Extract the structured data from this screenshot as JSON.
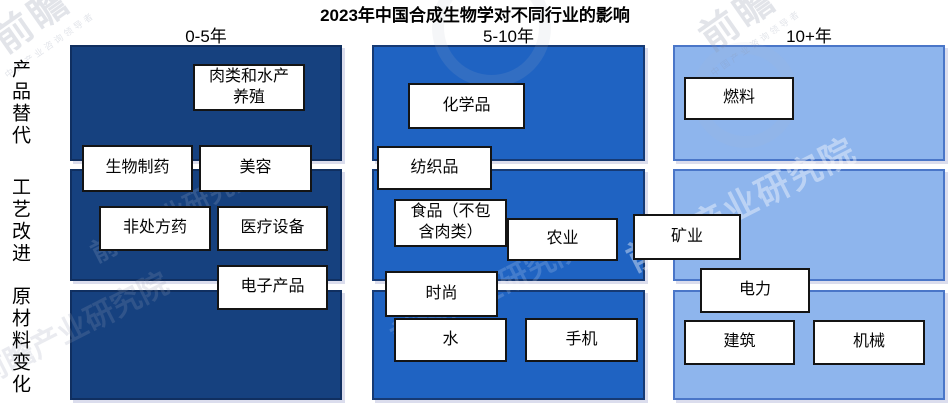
{
  "page": {
    "title": "2023年中国合成生物学对不同行业的影响"
  },
  "columns": [
    {
      "header": "0-5年"
    },
    {
      "header": "5-10年"
    },
    {
      "header": "10+年"
    }
  ],
  "row_labels": [
    {
      "label": "产品替代"
    },
    {
      "label": "工艺改进"
    },
    {
      "label": "原材料变化"
    }
  ],
  "boxes": [
    {
      "label": "肉类和水产养殖",
      "column": "0-5年",
      "row": "产品替代"
    },
    {
      "label": "生物制药",
      "column": "0-5年",
      "row": "产品替代/工艺改进(跨行)"
    },
    {
      "label": "美容",
      "column": "0-5年",
      "row": "产品替代/工艺改进(跨行)"
    },
    {
      "label": "非处方药",
      "column": "0-5年",
      "row": "工艺改进"
    },
    {
      "label": "医疗设备",
      "column": "0-5年",
      "row": "工艺改进"
    },
    {
      "label": "电子产品",
      "column": "0-5年",
      "row": "工艺改进/原材料变化(跨行)"
    },
    {
      "label": "化学品",
      "column": "5-10年",
      "row": "产品替代"
    },
    {
      "label": "纺织品",
      "column": "5-10年",
      "row": "产品替代/工艺改进(跨行)"
    },
    {
      "label": "食品（不包含肉类）",
      "column": "5-10年",
      "row": "工艺改进"
    },
    {
      "label": "农业",
      "column": "5-10年",
      "row": "工艺改进"
    },
    {
      "label": "矿业",
      "column": "5-10年/10+年(跨列)",
      "row": "工艺改进"
    },
    {
      "label": "时尚",
      "column": "5-10年",
      "row": "工艺改进/原材料变化(跨行)"
    },
    {
      "label": "水",
      "column": "5-10年",
      "row": "原材料变化"
    },
    {
      "label": "手机",
      "column": "5-10年",
      "row": "原材料变化"
    },
    {
      "label": "燃料",
      "column": "10+年",
      "row": "产品替代"
    },
    {
      "label": "电力",
      "column": "10+年",
      "row": "工艺改进/原材料变化(跨行)"
    },
    {
      "label": "建筑",
      "column": "10+年",
      "row": "原材料变化"
    },
    {
      "label": "机械",
      "column": "10+年",
      "row": "原材料变化"
    }
  ],
  "colors": {
    "panel_0_5yr": "#16417F",
    "panel_5_10yr": "#1F63C2",
    "panel_10plus_yr": "#8EB5ED",
    "box_background": "#FFFFFF",
    "box_border": "#141414"
  },
  "watermark": {
    "brand": "前瞻",
    "agency": "前瞻产业研究院",
    "tagline": "中国产业咨询领导者"
  },
  "chart_data": {
    "type": "table",
    "title": "2023年中国合成生物学对不同行业的影响",
    "columns": [
      "0-5年",
      "5-10年",
      "10+年"
    ],
    "rows": [
      "产品替代",
      "工艺改进",
      "原材料变化"
    ],
    "legend_position": "none",
    "cells": [
      {
        "column": "0-5年",
        "row": "产品替代",
        "items": [
          "肉类和水产养殖"
        ]
      },
      {
        "column": "0-5年",
        "row": "产品替代/工艺改进(跨行)",
        "items": [
          "生物制药",
          "美容"
        ]
      },
      {
        "column": "0-5年",
        "row": "工艺改进",
        "items": [
          "非处方药",
          "医疗设备"
        ]
      },
      {
        "column": "0-5年",
        "row": "工艺改进/原材料变化(跨行)",
        "items": [
          "电子产品"
        ]
      },
      {
        "column": "0-5年",
        "row": "原材料变化",
        "items": []
      },
      {
        "column": "5-10年",
        "row": "产品替代",
        "items": [
          "化学品"
        ]
      },
      {
        "column": "5-10年",
        "row": "产品替代/工艺改进(跨行)",
        "items": [
          "纺织品"
        ]
      },
      {
        "column": "5-10年",
        "row": "工艺改进",
        "items": [
          "食品（不包含肉类）",
          "农业"
        ]
      },
      {
        "column": "5-10年/10+年(跨列)",
        "row": "工艺改进",
        "items": [
          "矿业"
        ]
      },
      {
        "column": "5-10年",
        "row": "工艺改进/原材料变化(跨行)",
        "items": [
          "时尚"
        ]
      },
      {
        "column": "5-10年",
        "row": "原材料变化",
        "items": [
          "水",
          "手机"
        ]
      },
      {
        "column": "10+年",
        "row": "产品替代",
        "items": [
          "燃料"
        ]
      },
      {
        "column": "10+年",
        "row": "工艺改进",
        "items": []
      },
      {
        "column": "10+年",
        "row": "工艺改进/原材料变化(跨行)",
        "items": [
          "电力"
        ]
      },
      {
        "column": "10+年",
        "row": "原材料变化",
        "items": [
          "建筑",
          "机械"
        ]
      }
    ]
  }
}
